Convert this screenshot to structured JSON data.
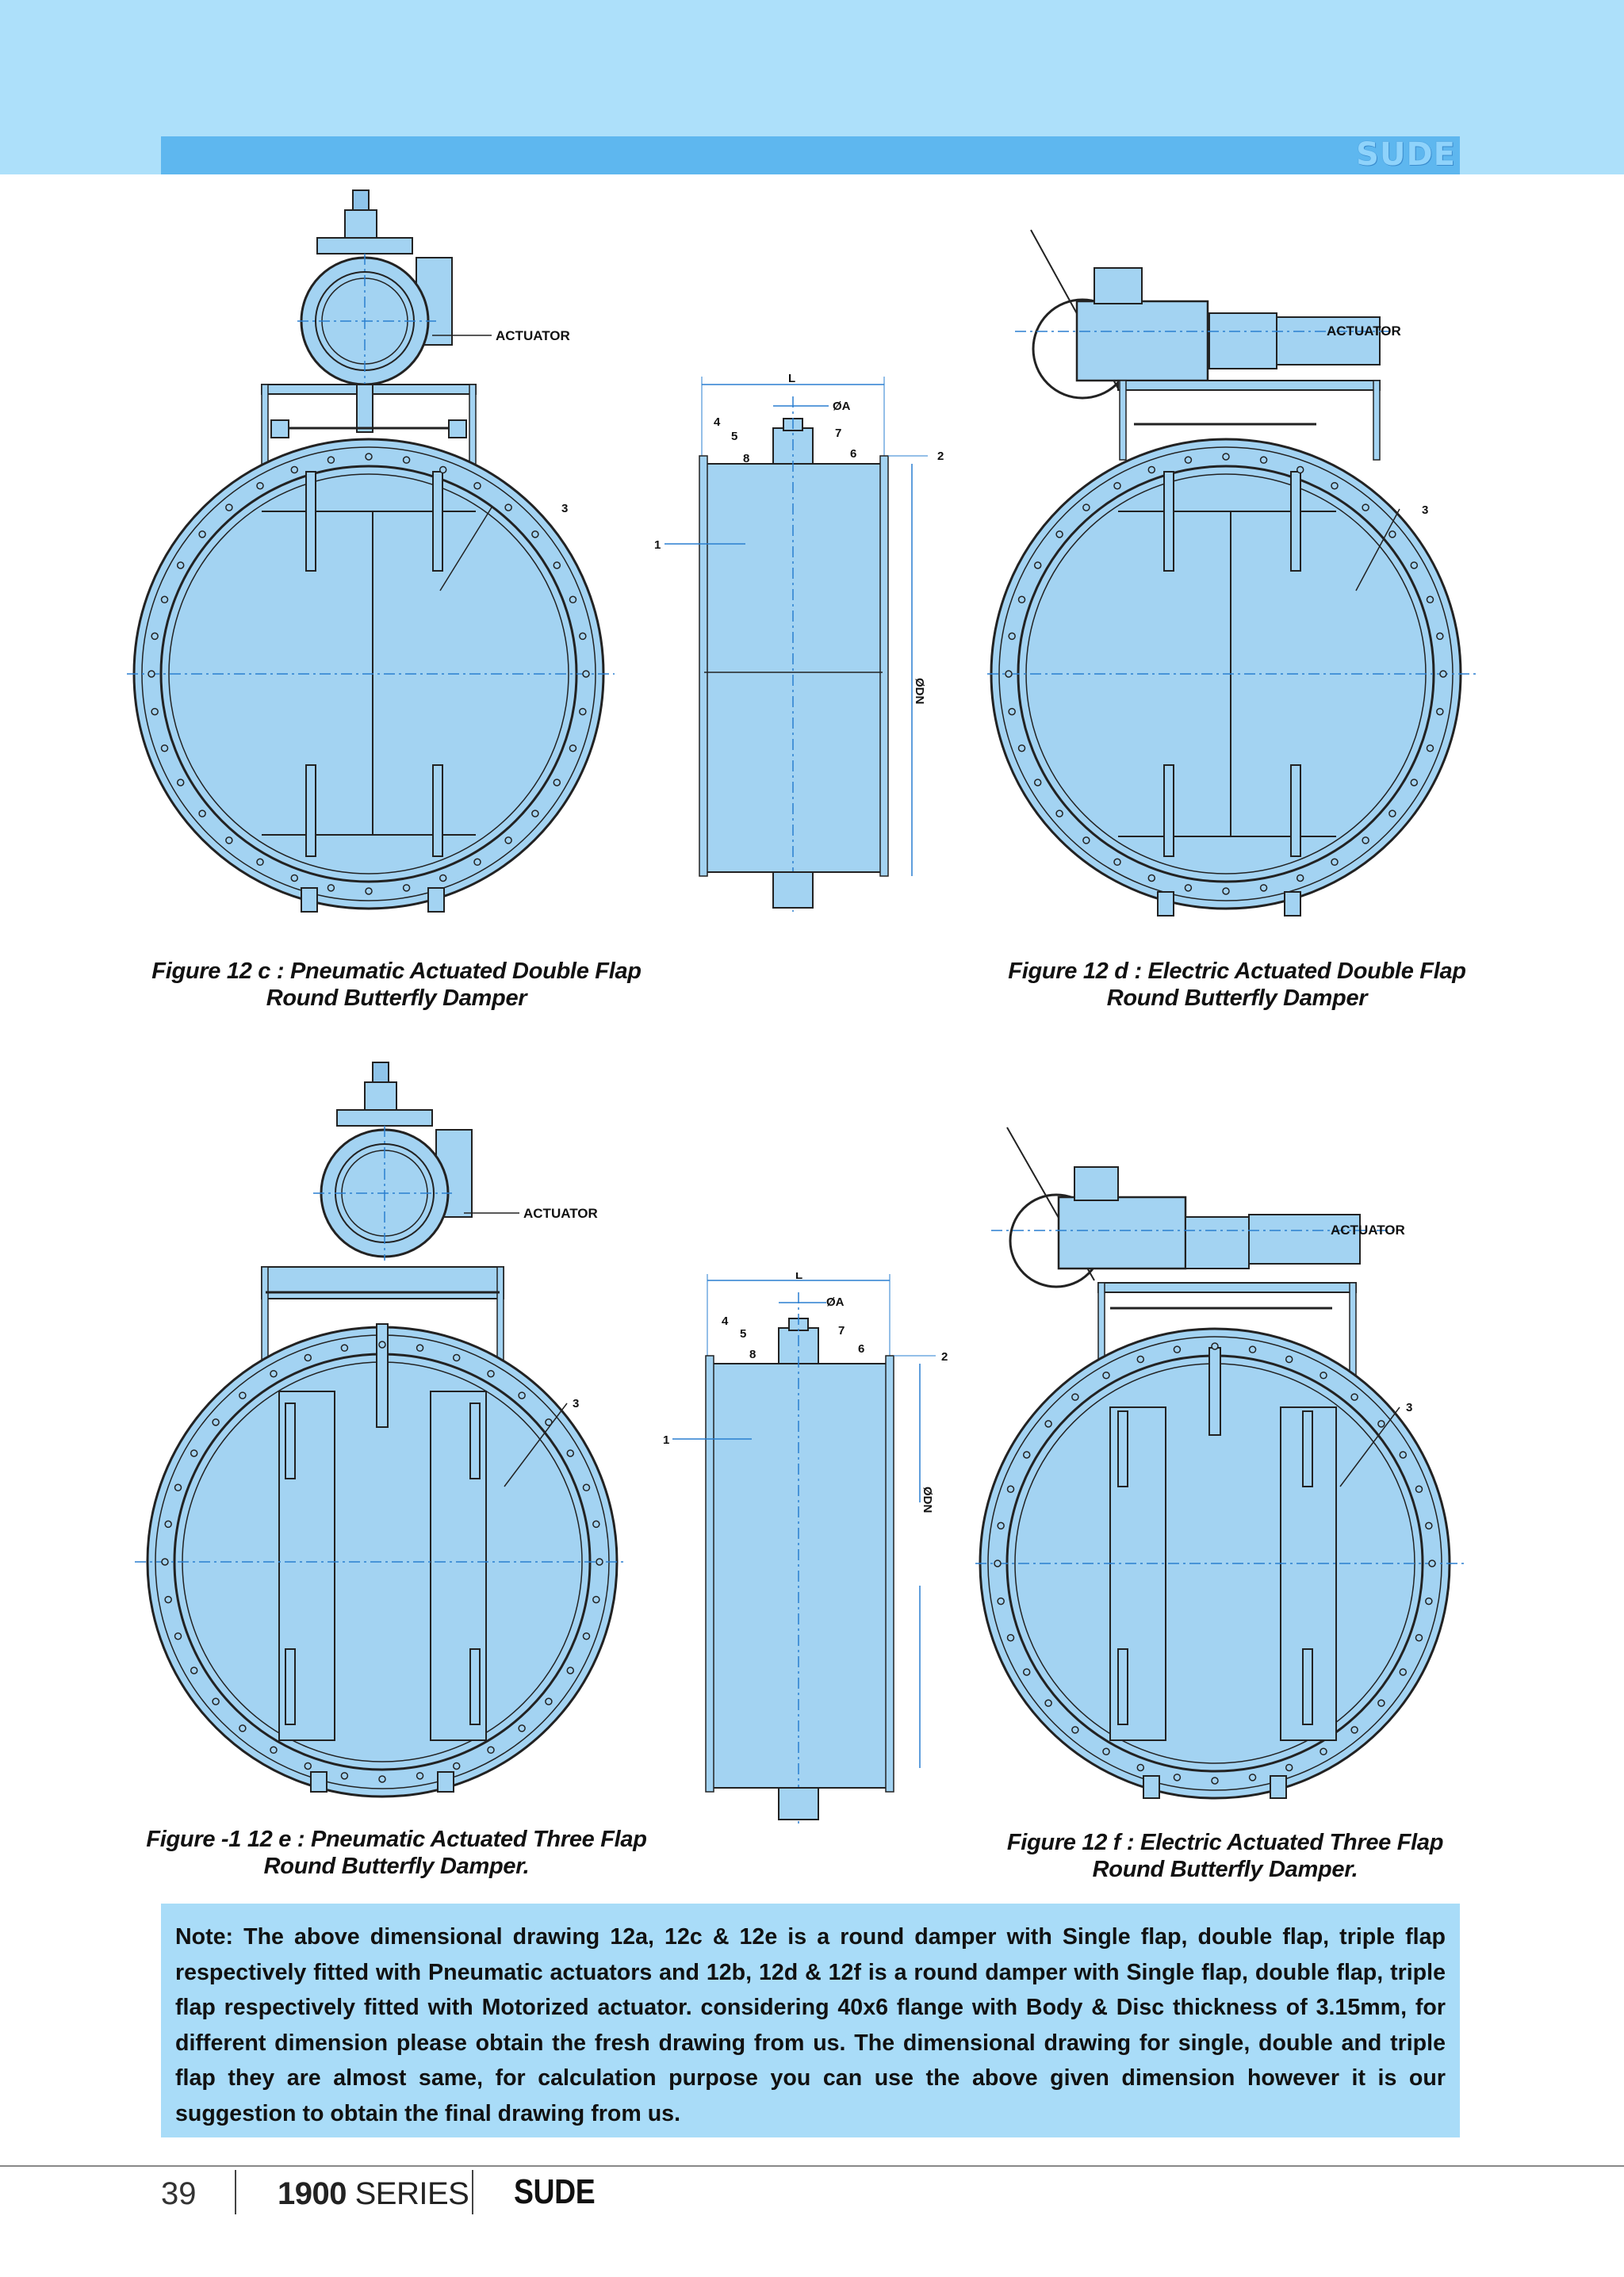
{
  "header": {
    "brand": "SUDE"
  },
  "figures": [
    {
      "id": "12c",
      "caption_line1": "Figure 12 c : Pneumatic Actuated Double Flap",
      "caption_line2": "Round Butterfly Damper",
      "actuator_label": "ACTUATOR",
      "callout": "3"
    },
    {
      "id": "side1",
      "labels": {
        "L": "L",
        "A": "ØA",
        "DN": "ØDN",
        "n1": "1",
        "n2": "2",
        "n4": "4",
        "n5": "5",
        "n6": "6",
        "n7": "7",
        "n8": "8"
      }
    },
    {
      "id": "12d",
      "caption_line1": "Figure 12 d : Electric Actuated Double Flap",
      "caption_line2": "Round Butterfly Damper",
      "actuator_label": "ACTUATOR",
      "callout": "3"
    },
    {
      "id": "12e",
      "caption_line1": "Figure -1 12 e : Pneumatic Actuated Three Flap",
      "caption_line2": "Round Butterfly Damper.",
      "actuator_label": "ACTUATOR",
      "callout": "3"
    },
    {
      "id": "side2",
      "labels": {
        "L": "L",
        "A": "ØA",
        "DN": "ØDN",
        "n1": "1",
        "n2": "2",
        "n4": "4",
        "n5": "5",
        "n6": "6",
        "n7": "7",
        "n8": "8"
      }
    },
    {
      "id": "12f",
      "caption_line1": "Figure 12 f : Electric Actuated Three Flap",
      "caption_line2": "Round Butterfly Damper.",
      "actuator_label": "ACTUATOR",
      "callout": "3"
    }
  ],
  "note": "Note: The above dimensional drawing 12a, 12c & 12e is a round damper with Single flap, double flap, triple flap respectively fitted with Pneumatic actuators and 12b, 12d & 12f is a round damper with Single flap, double flap, triple flap respectively fitted with Motorized actuator. considering 40x6 flange with Body & Disc thickness of 3.15mm, for different dimension please obtain the fresh drawing from us. The dimensional drawing for single, double and triple flap they are almost same, for calculation purpose you can use the above given dimension however it is our suggestion to obtain the final drawing from us.",
  "footer": {
    "page_number": "39",
    "series_number": "1900",
    "series_word": "SERIES",
    "brand": "SUDE"
  },
  "colors": {
    "header_light": "#ade0fa",
    "header_bar": "#5eb7ef",
    "drawing_fill": "#a3d3f2",
    "note_bg": "#a9dcf8"
  }
}
